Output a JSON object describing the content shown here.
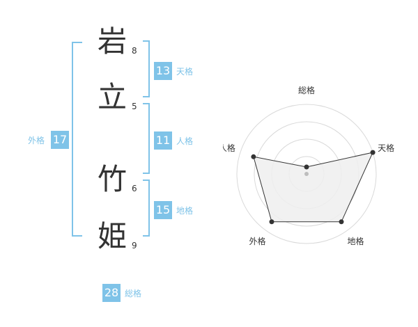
{
  "name": {
    "characters": [
      {
        "char": "岩",
        "strokes": "8"
      },
      {
        "char": "立",
        "strokes": "5"
      },
      {
        "char": "竹",
        "strokes": "6"
      },
      {
        "char": "姫",
        "strokes": "9"
      }
    ]
  },
  "fortune": {
    "tenkaku": {
      "value": "13",
      "label": "天格"
    },
    "jinkaku": {
      "value": "11",
      "label": "人格"
    },
    "chikaku": {
      "value": "15",
      "label": "地格"
    },
    "gaikaku": {
      "value": "17",
      "label": "外格"
    },
    "soukaku": {
      "value": "28",
      "label": "総格"
    }
  },
  "colors": {
    "accent": "#7fc3e8",
    "text": "#333333",
    "grid": "#d9d9d9",
    "fill": "#efefef",
    "point": "#333333",
    "center": "#bdbdbd"
  },
  "chart_data": {
    "type": "radar",
    "axes": [
      "総格",
      "天格",
      "地格",
      "外格",
      "人格"
    ],
    "values": [
      0.1,
      1.0,
      0.85,
      0.85,
      0.8
    ],
    "range": [
      0,
      1
    ],
    "rings": 4
  }
}
